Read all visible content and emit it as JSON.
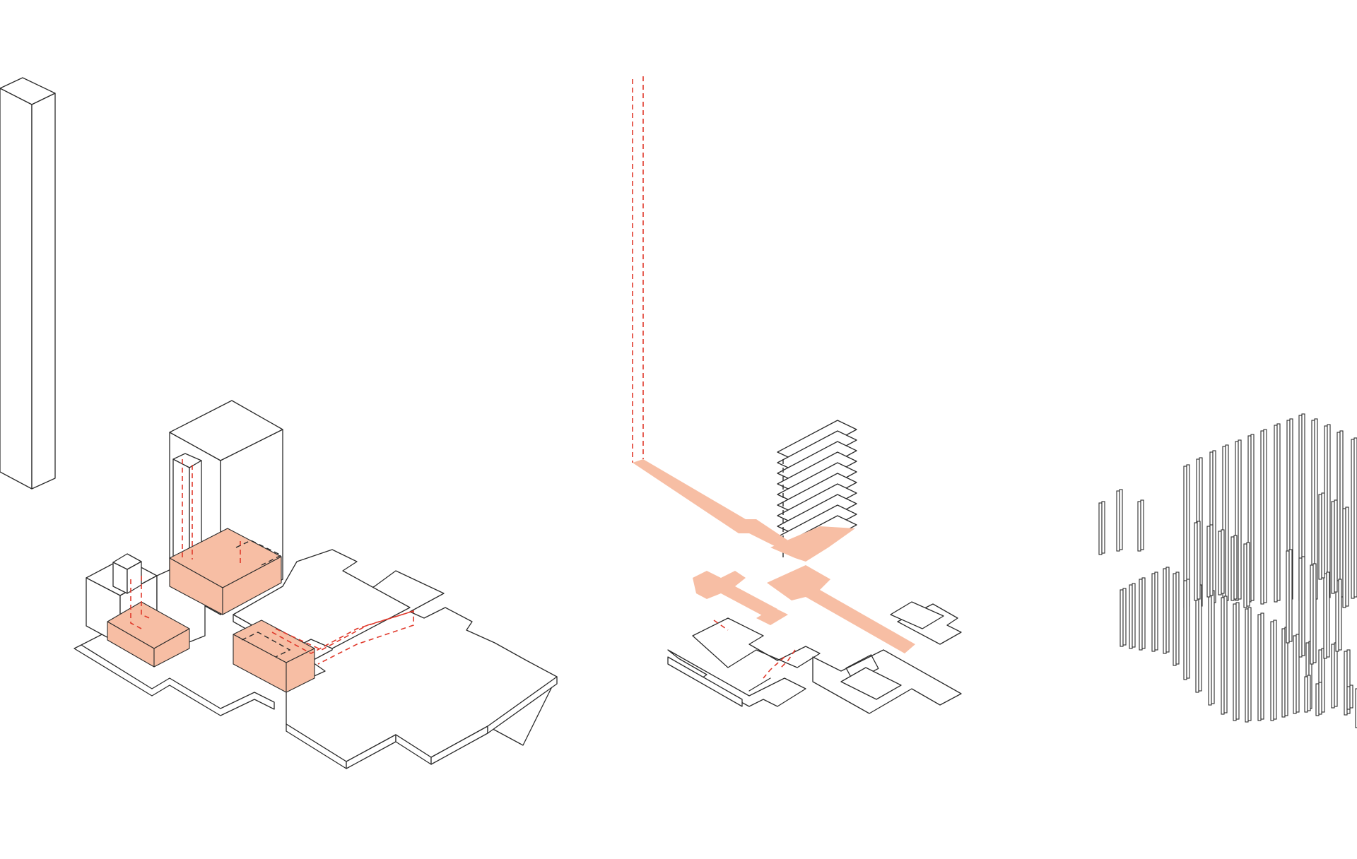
{
  "diagram": {
    "panels": [
      {
        "id": "context-massing",
        "kind": "axonometric-massing"
      },
      {
        "id": "circulation-route",
        "kind": "axonometric-circulation"
      },
      {
        "id": "column-grid",
        "kind": "axonometric-structure"
      }
    ],
    "colors": {
      "line": "#2b2b2b",
      "highlight_fill": "#f7bea4",
      "circulation_band": "#f7bea4",
      "dashed_path": "#e0392b",
      "background": "#ffffff"
    },
    "text_labels": []
  }
}
